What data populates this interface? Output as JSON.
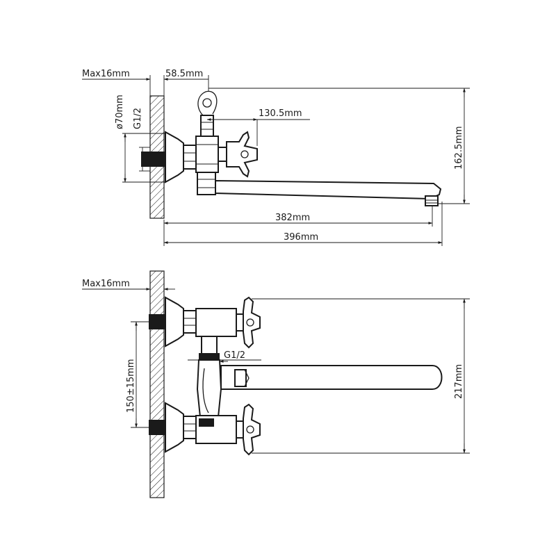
{
  "colors": {
    "line": "#1a1a1a",
    "background": "#ffffff"
  },
  "side_view": {
    "wall_thickness": "Max16mm",
    "offset": "58.5mm",
    "diameter": "ø70mm",
    "thread": "G1/2",
    "spout_offset": "130.5mm",
    "height": "162.5mm",
    "reach": "382mm",
    "length": "396mm"
  },
  "front_view": {
    "wall_thickness": "Max16mm",
    "thread": "G1/2",
    "centers": "150±15mm",
    "height": "217mm"
  }
}
